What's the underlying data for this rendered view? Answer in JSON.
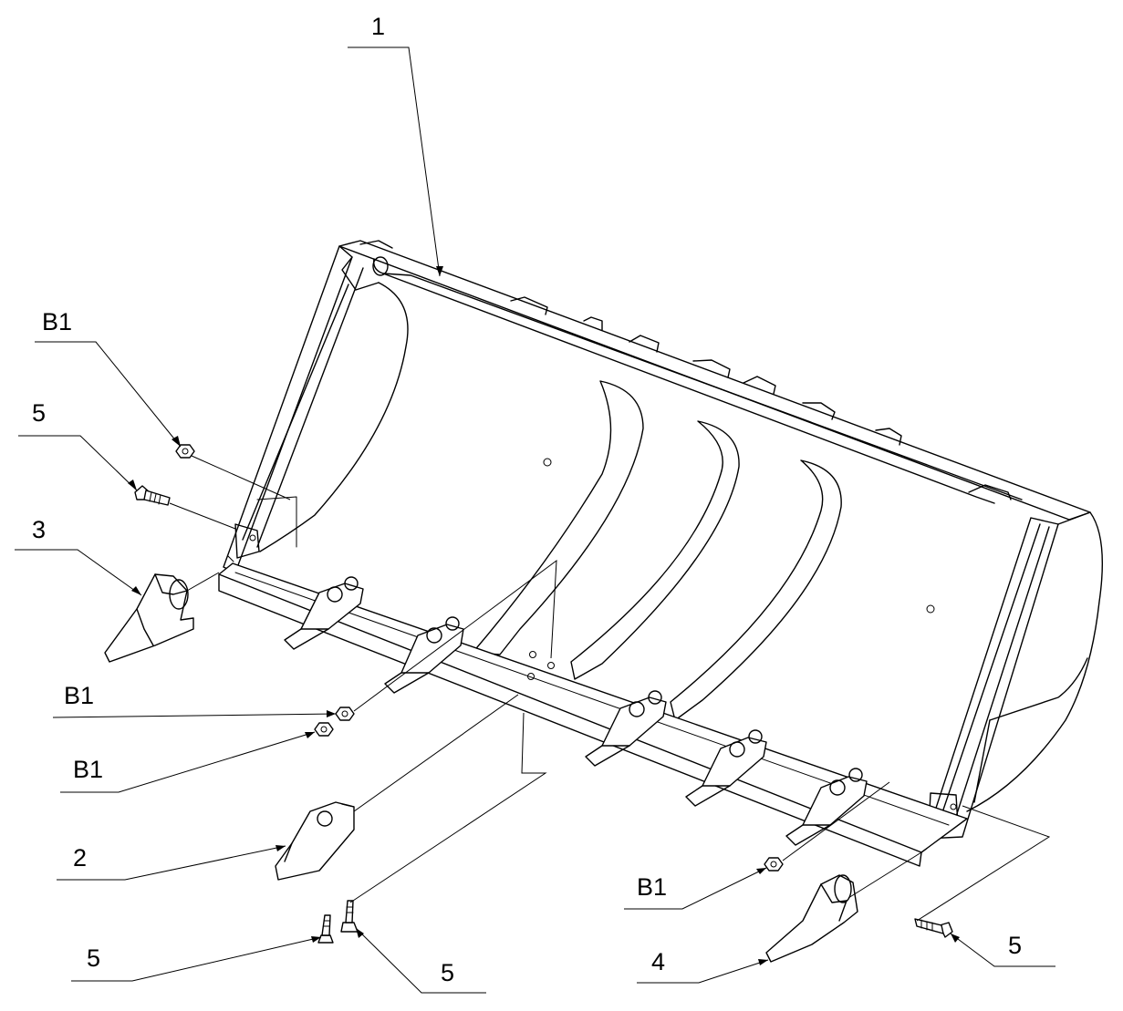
{
  "callouts": [
    {
      "id": "c1",
      "label": "1"
    },
    {
      "id": "cb1a",
      "label": "B1"
    },
    {
      "id": "c5a",
      "label": "5"
    },
    {
      "id": "c3",
      "label": "3"
    },
    {
      "id": "cb1b",
      "label": "B1"
    },
    {
      "id": "cb1c",
      "label": "B1"
    },
    {
      "id": "c2",
      "label": "2"
    },
    {
      "id": "cb1d",
      "label": "B1"
    },
    {
      "id": "c5b",
      "label": "5"
    },
    {
      "id": "c5c",
      "label": "5"
    },
    {
      "id": "c4",
      "label": "4"
    },
    {
      "id": "c5d",
      "label": "5"
    }
  ],
  "colors": {
    "line": "#000000",
    "background": "#ffffff"
  }
}
